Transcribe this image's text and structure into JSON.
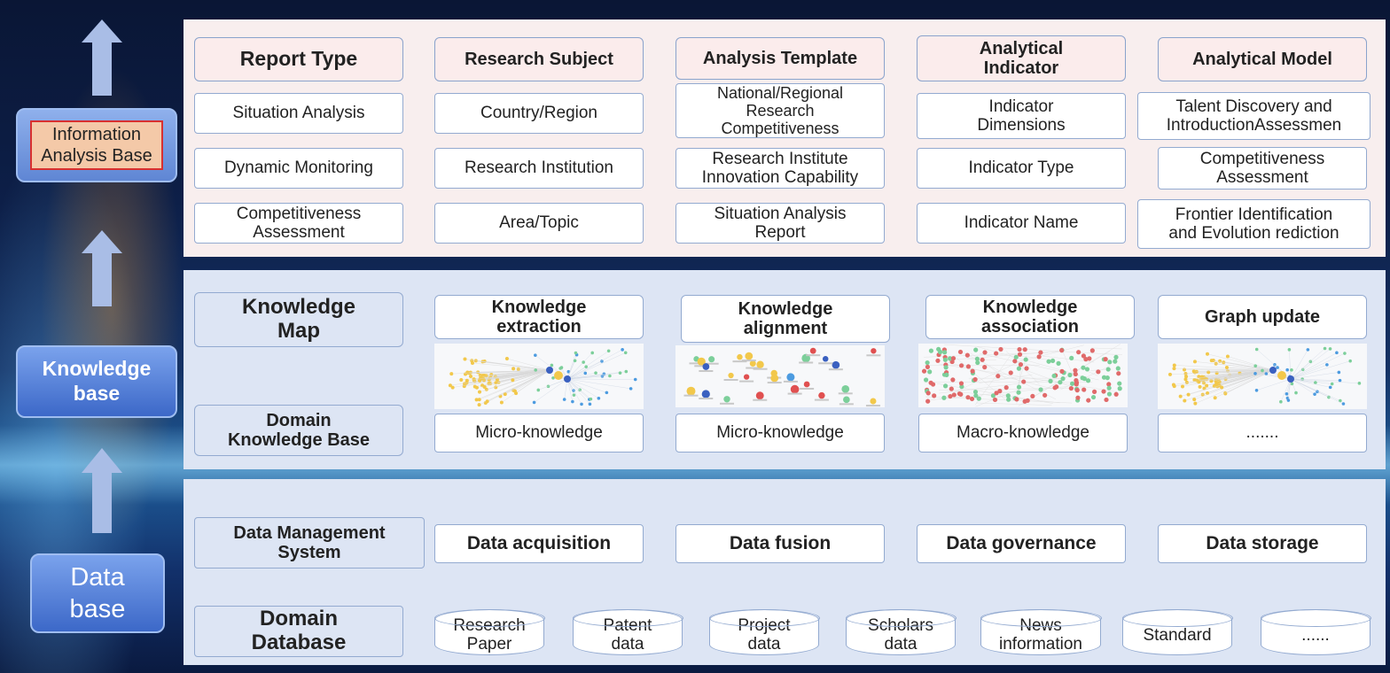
{
  "layers": {
    "info": "Information\nAnalysis Base",
    "knowledge": "Knowledge\nbase",
    "data": "Data\nbase"
  },
  "info_base": {
    "columns": [
      {
        "header": "Report Type",
        "items": [
          "Situation Analysis",
          "Dynamic Monitoring",
          "Competitiveness\nAssessment"
        ]
      },
      {
        "header": "Research Subject",
        "items": [
          "Country/Region",
          "Research Institution",
          "Area/Topic"
        ]
      },
      {
        "header": "Analysis Template",
        "items": [
          "National/Regional\nResearch\nCompetitiveness",
          "Research Institute\nInnovation Capability",
          "Situation Analysis\nReport"
        ]
      },
      {
        "header": "Analytical\nIndicator",
        "items": [
          "Indicator\nDimensions",
          "Indicator Type",
          "Indicator Name"
        ]
      },
      {
        "header": "Analytical Model",
        "items": [
          "Talent Discovery and\nIntroductionAssessmen",
          "Competitiveness\nAssessment",
          "Frontier Identification\nand Evolution rediction"
        ]
      }
    ]
  },
  "knowledge_base": {
    "knowledge_map": "Knowledge\nMap",
    "domain_knowledge_base": "Domain\nKnowledge Base",
    "steps": [
      {
        "label": "Knowledge\nextraction",
        "kind": "Micro-knowledge"
      },
      {
        "label": "Knowledge\nalignment",
        "kind": "Micro-knowledge"
      },
      {
        "label": "Knowledge\nassociation",
        "kind": "Macro-knowledge"
      },
      {
        "label": "Graph update",
        "kind": "......."
      }
    ]
  },
  "data_base": {
    "management_system": "Data Management\nSystem",
    "processes": [
      "Data acquisition",
      "Data fusion",
      "Data governance",
      "Data storage"
    ],
    "domain_database": "Domain\nDatabase",
    "sources": [
      "Research\nPaper",
      "Patent\ndata",
      "Project\ndata",
      "Scholars\ndata",
      "News\ninformation",
      "Standard",
      "......"
    ]
  },
  "colors": {
    "info_panel": "#f8eeee",
    "kb_panel": "#dde5f4",
    "box_border": "#93aad0",
    "tag_info_border": "#d83030",
    "tag_bg": "#5b84d6",
    "arrow": "#a9bde6",
    "node_colors": [
      "#f2c84b",
      "#4c9be0",
      "#7ccf9a",
      "#e05050",
      "#3a60c0"
    ]
  }
}
